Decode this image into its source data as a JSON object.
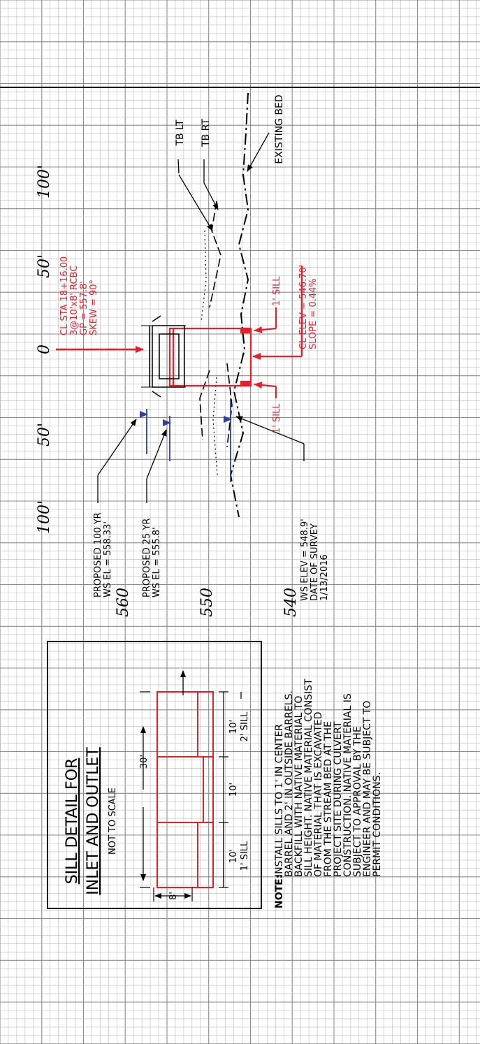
{
  "colors": {
    "grid": "#b9b9b9",
    "ink": "#000000",
    "proposed": "#e4202a",
    "water": "#2e3fa0"
  },
  "station_labels": [
    "100'",
    "50'",
    "0",
    "50'",
    "100'"
  ],
  "elevation_labels": [
    "560",
    "550",
    "540"
  ],
  "culvert": {
    "line1": "CL STA 18+16.00",
    "line2": "3@10'x8' RCBC",
    "line3": "GP = 557.8'",
    "line4": "SKEW = 90°",
    "elev_line1": "CL ELEV = 546.70'",
    "elev_line2": "SLOPE = 0.44%",
    "sill_upper": "1' SILL",
    "sill_lower": "1' SILL"
  },
  "callouts": {
    "existing_bed": "EXISTING BED",
    "tb_lt": "TB LT",
    "tb_rt": "TB RT",
    "wse_100_line1": "PROPOSED 100 YR",
    "wse_100_line2": "WS EL = 558.33'",
    "wse_25_line1": "PROPOSED 25 YR",
    "wse_25_line2": "WS EL = 555.8'",
    "wse_survey_line1": "WS ELEV = 548.9'",
    "wse_survey_line2": "DATE OF SURVEY",
    "wse_survey_line3": "1/13/2016"
  },
  "sill_detail": {
    "title_line1": "SILL DETAIL FOR",
    "title_line2": "INLET AND OUTLET",
    "scale": "NOT TO SCALE",
    "width": "30'",
    "height": "8'",
    "span1": "10'",
    "span2": "10'",
    "span3": "10'",
    "sill_left": "1' SILL",
    "sill_right": "2' SILL"
  },
  "note": {
    "label": "NOTE:",
    "lines": [
      "INSTALL SILLS TO 1' IN CENTER",
      "BARREL AND 2' IN OUTSIDE BARRELS.",
      "BACKFILL WITH NATIVE MATERIAL TO",
      "SILL HEIGHT. NATIVE MATERIAL CONSIST",
      "OF MATERIAL THAT IS EXCAVATED",
      "FROM THE STREAM BED AT THE",
      "PROJECT SITE DURING CULVERT",
      "CONSTRUCTION. NATIVE MATERIAL IS",
      "SUBJECT TO APPROVAL BY THE",
      "ENGINEER AND MAY BE SUBJECT TO",
      "PERMIT CONDITIONS."
    ]
  }
}
